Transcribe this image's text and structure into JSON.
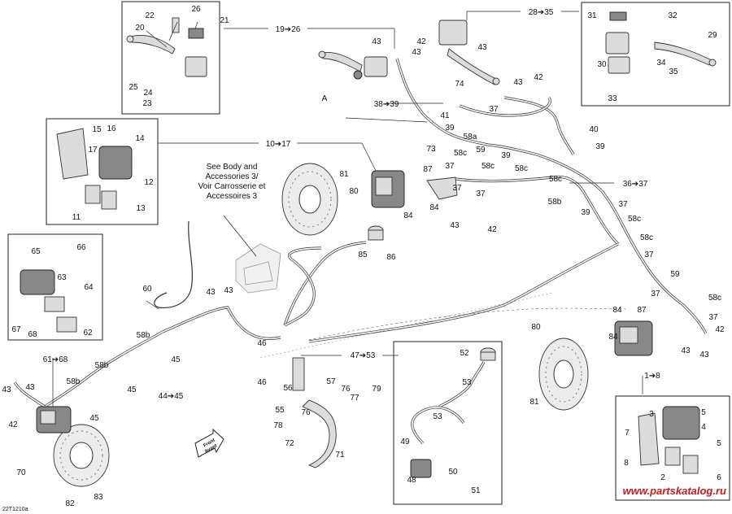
{
  "diagram": {
    "callouts": [
      {
        "id": "c22",
        "text": "22"
      },
      {
        "id": "c26a",
        "text": "26"
      },
      {
        "id": "c21",
        "text": "21"
      },
      {
        "id": "c20",
        "text": "20"
      },
      {
        "id": "c25",
        "text": "25"
      },
      {
        "id": "c24",
        "text": "24"
      },
      {
        "id": "c23",
        "text": "23"
      },
      {
        "id": "c43a",
        "text": "43"
      },
      {
        "id": "c42a",
        "text": "42"
      },
      {
        "id": "c43b",
        "text": "43"
      },
      {
        "id": "c43c",
        "text": "43"
      },
      {
        "id": "c43d",
        "text": "43"
      },
      {
        "id": "c42b",
        "text": "42"
      },
      {
        "id": "c74",
        "text": "74"
      },
      {
        "id": "c37a",
        "text": "37"
      },
      {
        "id": "c41",
        "text": "41"
      },
      {
        "id": "c39a",
        "text": "39"
      },
      {
        "id": "c58a",
        "text": "58a"
      },
      {
        "id": "c73",
        "text": "73"
      },
      {
        "id": "c58c1",
        "text": "58c"
      },
      {
        "id": "c59a",
        "text": "59"
      },
      {
        "id": "c39b",
        "text": "39"
      },
      {
        "id": "c37b",
        "text": "37"
      },
      {
        "id": "c58c2",
        "text": "58c"
      },
      {
        "id": "c58c3",
        "text": "58c"
      },
      {
        "id": "c40",
        "text": "40"
      },
      {
        "id": "c39c",
        "text": "39"
      },
      {
        "id": "c31",
        "text": "31"
      },
      {
        "id": "c32",
        "text": "32"
      },
      {
        "id": "c29",
        "text": "29"
      },
      {
        "id": "c30",
        "text": "30"
      },
      {
        "id": "c34",
        "text": "34"
      },
      {
        "id": "c35",
        "text": "35"
      },
      {
        "id": "c33",
        "text": "33"
      },
      {
        "id": "c15",
        "text": "15"
      },
      {
        "id": "c16",
        "text": "16"
      },
      {
        "id": "c14",
        "text": "14"
      },
      {
        "id": "c17",
        "text": "17"
      },
      {
        "id": "c12",
        "text": "12"
      },
      {
        "id": "c11",
        "text": "11"
      },
      {
        "id": "c13",
        "text": "13"
      },
      {
        "id": "c81a",
        "text": "81"
      },
      {
        "id": "c80a",
        "text": "80"
      },
      {
        "id": "c87a",
        "text": "87"
      },
      {
        "id": "c37c",
        "text": "37"
      },
      {
        "id": "c37d",
        "text": "37"
      },
      {
        "id": "c84a",
        "text": "84"
      },
      {
        "id": "c84b",
        "text": "84"
      },
      {
        "id": "c43e",
        "text": "43"
      },
      {
        "id": "c42c",
        "text": "42"
      },
      {
        "id": "c58c4",
        "text": "58c"
      },
      {
        "id": "c58b1",
        "text": "58b"
      },
      {
        "id": "c39d",
        "text": "39"
      },
      {
        "id": "c37e",
        "text": "37"
      },
      {
        "id": "c58c5",
        "text": "58c"
      },
      {
        "id": "c58c6",
        "text": "58c"
      },
      {
        "id": "c37f",
        "text": "37"
      },
      {
        "id": "c85",
        "text": "85"
      },
      {
        "id": "c86",
        "text": "86"
      },
      {
        "id": "c65",
        "text": "65"
      },
      {
        "id": "c66",
        "text": "66"
      },
      {
        "id": "c63",
        "text": "63"
      },
      {
        "id": "c64",
        "text": "64"
      },
      {
        "id": "c67",
        "text": "67"
      },
      {
        "id": "c68",
        "text": "68"
      },
      {
        "id": "c62",
        "text": "62"
      },
      {
        "id": "c60",
        "text": "60"
      },
      {
        "id": "c43f",
        "text": "43"
      },
      {
        "id": "c43g",
        "text": "43"
      },
      {
        "id": "c58b2",
        "text": "58b"
      },
      {
        "id": "c45a",
        "text": "45"
      },
      {
        "id": "c58b3",
        "text": "58b"
      },
      {
        "id": "c45b",
        "text": "45"
      },
      {
        "id": "c58b4",
        "text": "58b"
      },
      {
        "id": "c43h",
        "text": "43"
      },
      {
        "id": "c43i",
        "text": "43"
      },
      {
        "id": "c42d",
        "text": "42"
      },
      {
        "id": "c45c",
        "text": "45"
      },
      {
        "id": "c70",
        "text": "70"
      },
      {
        "id": "c82",
        "text": "82"
      },
      {
        "id": "c83",
        "text": "83"
      },
      {
        "id": "c46a",
        "text": "46"
      },
      {
        "id": "c46b",
        "text": "46"
      },
      {
        "id": "c56",
        "text": "56"
      },
      {
        "id": "c57",
        "text": "57"
      },
      {
        "id": "c55",
        "text": "55"
      },
      {
        "id": "c76a",
        "text": "76"
      },
      {
        "id": "c77",
        "text": "77"
      },
      {
        "id": "c79",
        "text": "79"
      },
      {
        "id": "c76b",
        "text": "76"
      },
      {
        "id": "c78",
        "text": "78"
      },
      {
        "id": "c72",
        "text": "72"
      },
      {
        "id": "c71",
        "text": "71"
      },
      {
        "id": "c52",
        "text": "52"
      },
      {
        "id": "c53a",
        "text": "53"
      },
      {
        "id": "c53b",
        "text": "53"
      },
      {
        "id": "c49",
        "text": "49"
      },
      {
        "id": "c50",
        "text": "50"
      },
      {
        "id": "c48",
        "text": "48"
      },
      {
        "id": "c51",
        "text": "51"
      },
      {
        "id": "c59b",
        "text": "59"
      },
      {
        "id": "c37g",
        "text": "37"
      },
      {
        "id": "c58c7",
        "text": "58c"
      },
      {
        "id": "c37h",
        "text": "37"
      },
      {
        "id": "c84c",
        "text": "84"
      },
      {
        "id": "c87b",
        "text": "87"
      },
      {
        "id": "c80b",
        "text": "80"
      },
      {
        "id": "c84d",
        "text": "84"
      },
      {
        "id": "c43j",
        "text": "43"
      },
      {
        "id": "c43k",
        "text": "43"
      },
      {
        "id": "c42e",
        "text": "42"
      },
      {
        "id": "c81b",
        "text": "81"
      },
      {
        "id": "c3",
        "text": "3"
      },
      {
        "id": "c5a",
        "text": "5"
      },
      {
        "id": "c7",
        "text": "7"
      },
      {
        "id": "c4",
        "text": "4"
      },
      {
        "id": "c5b",
        "text": "5"
      },
      {
        "id": "c8",
        "text": "8"
      },
      {
        "id": "c2",
        "text": "2"
      },
      {
        "id": "c6",
        "text": "6"
      },
      {
        "id": "cA",
        "text": "A"
      }
    ],
    "references": [
      {
        "id": "r1926",
        "text": "19➔26"
      },
      {
        "id": "r2835",
        "text": "28➔35"
      },
      {
        "id": "r3839",
        "text": "38➔39"
      },
      {
        "id": "r1017",
        "text": "10➔17"
      },
      {
        "id": "r3637",
        "text": "36➔37"
      },
      {
        "id": "r4753",
        "text": "47➔53"
      },
      {
        "id": "r4445",
        "text": "44➔45"
      },
      {
        "id": "r6168",
        "text": "61➔68"
      },
      {
        "id": "r18",
        "text": "1➔8"
      }
    ],
    "note_lines": [
      "See Body and",
      "Accessories 3/",
      "Voir Carrosserie et",
      "Accessoires 3"
    ],
    "front_label": [
      "Front",
      "Avant"
    ],
    "drawing_code": "22T1210a",
    "watermark": "www.partskatalog.ru"
  }
}
